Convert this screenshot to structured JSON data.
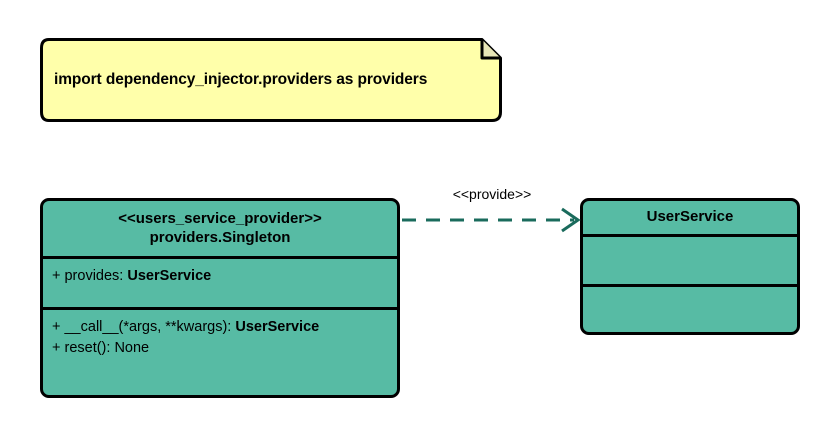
{
  "diagram": {
    "type": "uml-class-diagram",
    "background_color": "#ffffff",
    "note": {
      "text": "import dependency_injector.providers as providers",
      "fill_color": "#ffffaa",
      "border_color": "#000000"
    },
    "classes": [
      {
        "id": "users-service-provider",
        "stereotype": "<<users_service_provider>>",
        "name": "providers.Singleton",
        "fill_color": "#57bba4",
        "border_color": "#000000",
        "attributes": [
          {
            "visibility": "+",
            "label": "+ provides: ",
            "type": "UserService"
          }
        ],
        "operations": [
          {
            "visibility": "+",
            "label": "+ __call__(*args, **kwargs): ",
            "type": "UserService"
          },
          {
            "visibility": "+",
            "label": "+ reset(): None",
            "type": ""
          }
        ]
      },
      {
        "id": "user-service",
        "stereotype": "",
        "name": "UserService",
        "fill_color": "#57bba4",
        "border_color": "#000000",
        "attributes": [],
        "operations": []
      }
    ],
    "relationships": [
      {
        "id": "provide-dependency",
        "label": "<<provide>>",
        "style": "dashed",
        "arrowhead": "open",
        "color": "#1a6b5c",
        "source": "users-service-provider",
        "target": "user-service"
      }
    ]
  }
}
